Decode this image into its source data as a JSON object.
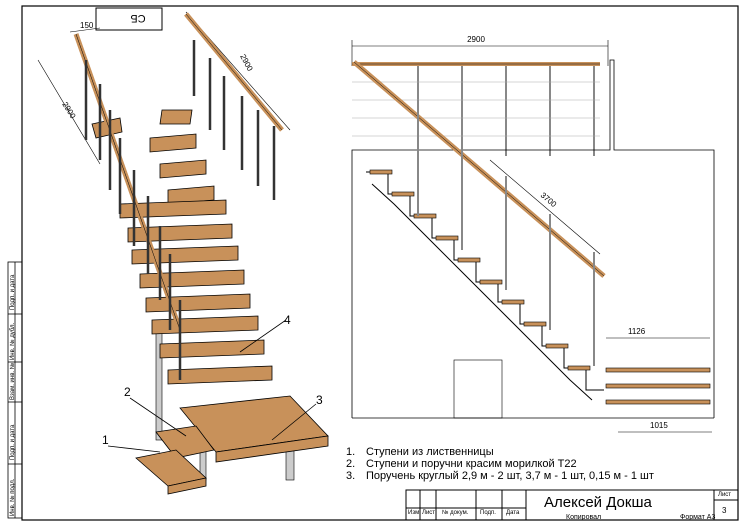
{
  "stamp": "СБ",
  "dimensions": {
    "iso_top_width": "150",
    "iso_left_length": "2900",
    "iso_right_rail": "2900",
    "elev_top": "2900",
    "elev_rail": "3700",
    "elev_step_width": "1126",
    "elev_bottom": "1015"
  },
  "callouts": [
    "1",
    "2",
    "3",
    "4"
  ],
  "notes": [
    {
      "n": "1.",
      "text": "Ступени из лиственницы"
    },
    {
      "n": "2.",
      "text": "Ступени и поручни красим морилкой Т22"
    },
    {
      "n": "3.",
      "text": "Поручень круглый 2,9 м - 2 шт, 3,7 м - 1 шт, 0,15 м - 1 шт"
    }
  ],
  "title_block": {
    "author": "Алексей Докша",
    "cols": [
      "Изм",
      "Лист",
      "№ докум.",
      "Подп.",
      "Дата"
    ],
    "sheet_label": "Лист",
    "sheet_number": "3",
    "copied": "Копировал",
    "format": "Формат А3"
  },
  "side_labels": [
    "Подп. и дата",
    "Инв. № дубл.",
    "Взам. инв. №",
    "Подп. и дата",
    "Инв. № подл."
  ]
}
